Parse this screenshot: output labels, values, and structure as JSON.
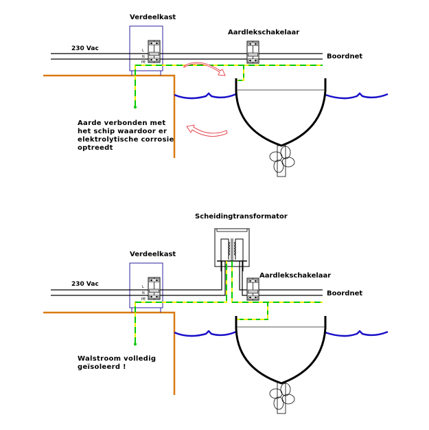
{
  "colors": {
    "wire": "#000000",
    "enclosure": "#2b1f9e",
    "earth_green": "#00c800",
    "earth_yellow": "#f0f000",
    "quay": "#d97a10",
    "water": "#1a10c8",
    "arrow": "#e0202a",
    "hull": "#000000"
  },
  "top": {
    "distribution_box_label": "Verdeelkast",
    "supply_label": "230 Vac",
    "terminal_L": "L",
    "terminal_N": "N",
    "terminal_PE": "PE",
    "rcd_label": "Aardlekschakelaar",
    "onboard_label": "Boordnet",
    "note_lines": [
      "Aarde verbonden met",
      "het schip waardoor er",
      "elektrolytische corrosie",
      "optreedt"
    ]
  },
  "bottom": {
    "transformer_label": "Scheidingtransformator",
    "distribution_box_label": "Verdeelkast",
    "supply_label": "230 Vac",
    "terminal_L": "L",
    "terminal_N": "N",
    "terminal_PE": "PE",
    "rcd_label": "Aardlekschakelaar",
    "onboard_label": "Boordnet",
    "note_lines": [
      "Walstroom volledig",
      "geïsoleerd !"
    ]
  }
}
